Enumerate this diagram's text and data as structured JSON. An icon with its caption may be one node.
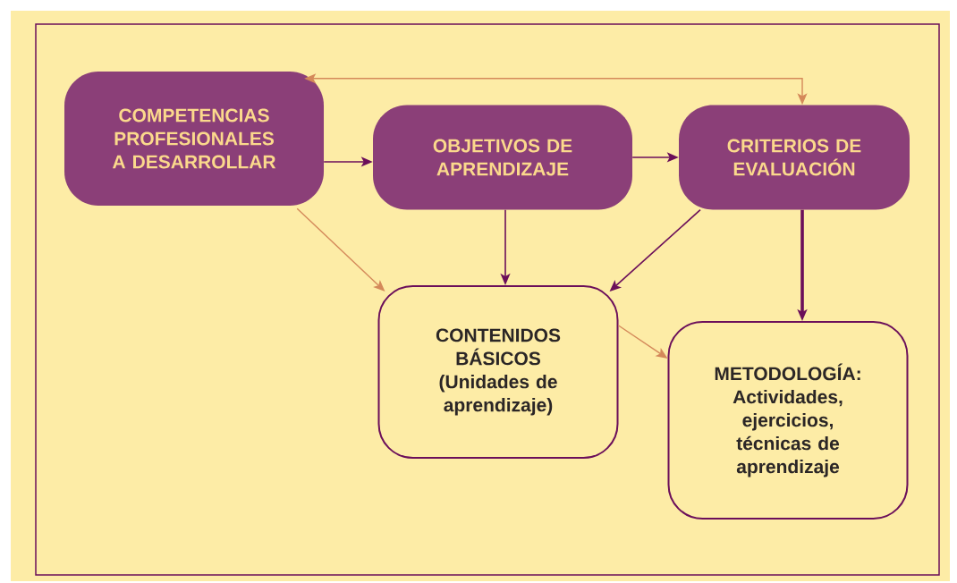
{
  "diagram": {
    "nodes": [
      {
        "text": [
          "COMPETENCIAS PROFESIONALES A DESARROLLAR"
        ]
      },
      {
        "text": [
          "OBJETIVOS DE APRENDIZAJE"
        ]
      },
      {
        "text": [
          "CRITERIOS DE EVALUACIÓN"
        ]
      },
      {
        "text": [
          "CONTENIDOS BÁSICOS",
          "(Unidades de aprendizaje)"
        ]
      },
      {
        "text": [
          "METODOLOGÍA:",
          "Actividades, ejercicios, técnicas de aprendizaje"
        ]
      }
    ],
    "edges": [
      {
        "from": 0,
        "to": 1,
        "arrow": "to"
      },
      {
        "from": 1,
        "to": 2,
        "arrow": "to"
      },
      {
        "from": 2,
        "to": 0,
        "arrow": "both",
        "color": "#d4895a"
      },
      {
        "from": 0,
        "to": 3,
        "arrow": "to",
        "color": "#d4895a"
      },
      {
        "from": 1,
        "to": 3,
        "arrow": "to"
      },
      {
        "from": 2,
        "to": 3,
        "arrow": "to"
      },
      {
        "from": 2,
        "to": 4,
        "arrow": "to",
        "style": "thick"
      },
      {
        "from": 3,
        "to": 4,
        "arrow": "to",
        "color": "#d4895a"
      }
    ]
  }
}
